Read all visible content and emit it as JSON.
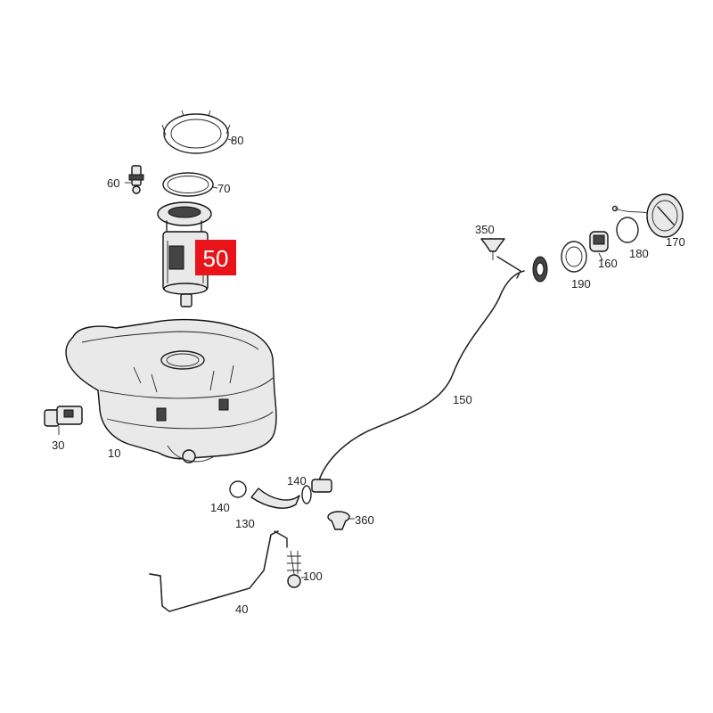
{
  "colors": {
    "highlight": "#e8141a",
    "line": "#222222",
    "background": "#ffffff"
  },
  "callouts": {
    "fuel_tank": "10",
    "connector_30": "30",
    "strap": "40",
    "fuel_pump": "50",
    "sensor_60": "60",
    "seal_ring": "70",
    "gasket_80": "80",
    "screw_100": "100",
    "hose_130": "130",
    "clamp_140a": "140",
    "clamp_140b": "140",
    "filler_pipe": "150",
    "part_160": "160",
    "filler_cap": "170",
    "ring_180": "180",
    "part_190": "190",
    "part_350": "350",
    "grommet_360": "360"
  }
}
